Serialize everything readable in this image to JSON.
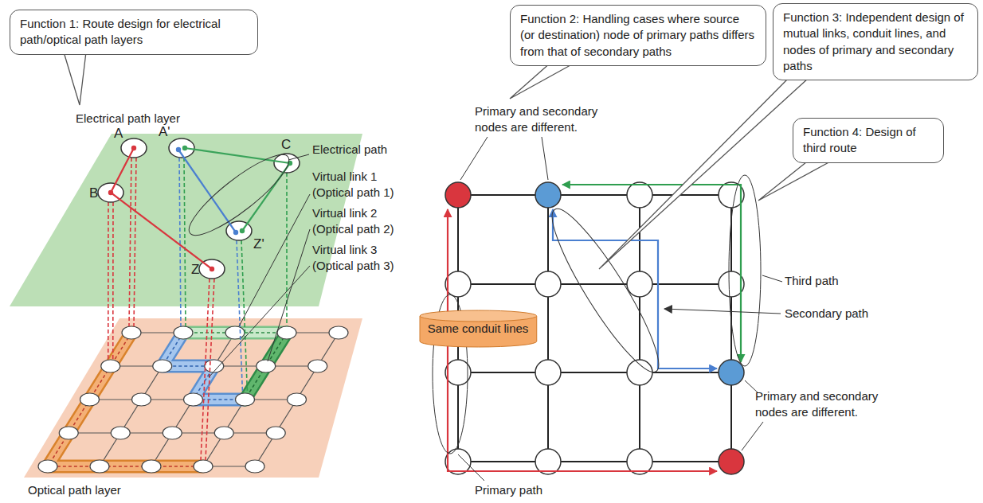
{
  "diagram": {
    "nodes": [
      {
        "text": [
          "Function 1: Route design for electrical path/optical path layers"
        ]
      },
      {
        "text": [
          "Function 2: Handling cases where source (or destination) node of primary paths differs from that of secondary paths"
        ]
      },
      {
        "text": [
          "Function 3: Independent design of mutual links, conduit lines, and nodes of primary and secondary paths"
        ]
      },
      {
        "text": [
          "Function 4: Design of third route"
        ]
      },
      {
        "text": [
          "Same conduit lines"
        ]
      }
    ],
    "labels": [
      "Electrical path layer",
      "A",
      "A'",
      "C",
      "B",
      "Electrical path",
      "Z'",
      "Z",
      "Virtual link 1 (Optical path 1)",
      "Virtual link 2 (Optical path 2)",
      "Virtual link 3 (Optical path 3)",
      "Optical path layer",
      "Primary and secondary nodes are different.",
      "Third path",
      "Secondary path",
      "Primary and secondary nodes are different.",
      "Primary path"
    ]
  }
}
